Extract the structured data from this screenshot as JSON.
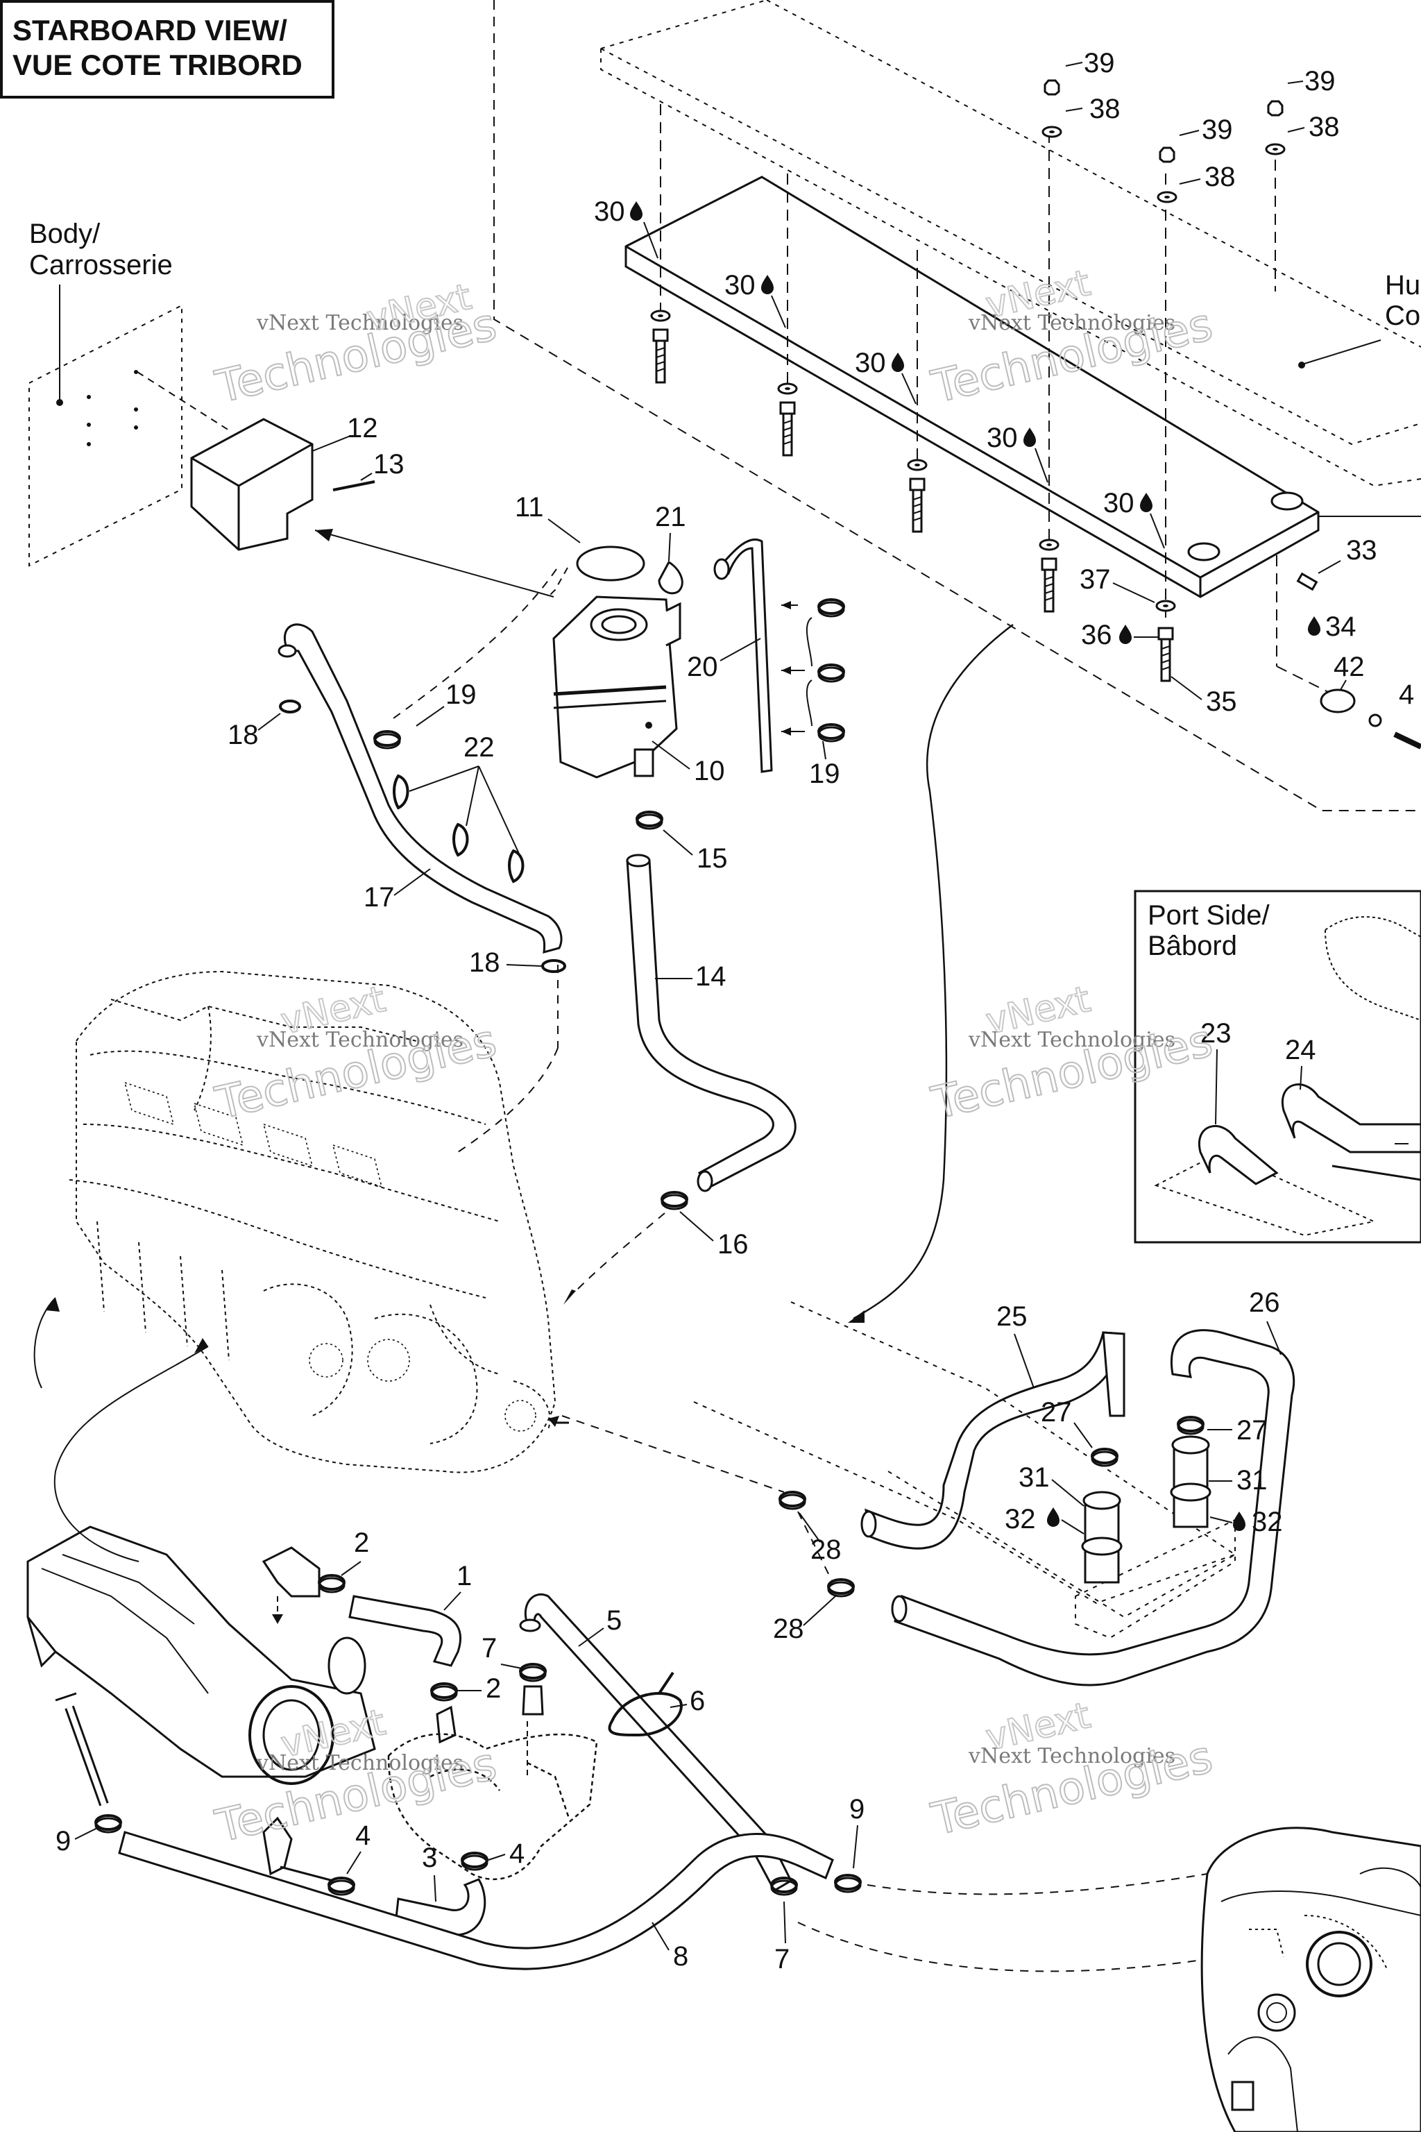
{
  "title_box": {
    "line1": "STARBOARD VIEW/",
    "line2": "VUE COTE TRIBORD"
  },
  "body_label": {
    "line1": "Body/",
    "line2": "Carrosserie"
  },
  "hull_label": {
    "line1": "Hu",
    "line2": "Co"
  },
  "port_side_label": {
    "line1": "Port Side/",
    "line2": "Bâbord"
  },
  "watermark": {
    "line1": "vNext Technologies",
    "line2": "vNext",
    "line3": "Technologies"
  },
  "colors": {
    "line": "#111111",
    "watermark": "#bdbdbd",
    "background": "#ffffff"
  },
  "callouts": {
    "c1": "1",
    "c2a": "2",
    "c2b": "2",
    "c3": "3",
    "c4a": "4",
    "c4b": "4",
    "c5": "5",
    "c6": "6",
    "c7a": "7",
    "c7b": "7",
    "c8": "8",
    "c9a": "9",
    "c9b": "9",
    "c10": "10",
    "c11": "11",
    "c12": "12",
    "c13": "13",
    "c14": "14",
    "c15": "15",
    "c16": "16",
    "c17": "17",
    "c18a": "18",
    "c18b": "18",
    "c19a": "19",
    "c19b": "19",
    "c20": "20",
    "c21": "21",
    "c22": "22",
    "c23": "23",
    "c24": "24",
    "c25": "25",
    "c26": "26",
    "c27a": "27",
    "c27b": "27",
    "c28a": "28",
    "c28b": "28",
    "c30a": "30",
    "c30b": "30",
    "c30c": "30",
    "c30d": "30",
    "c30e": "30",
    "c31a": "31",
    "c31b": "31",
    "c32a": "32",
    "c32b": "32",
    "c33": "33",
    "c34": "34",
    "c35": "35",
    "c36": "36",
    "c37": "37",
    "c38a": "38",
    "c38b": "38",
    "c38c": "38",
    "c39a": "39",
    "c39b": "39",
    "c39c": "39",
    "c42": "42",
    "c4x": "4"
  }
}
